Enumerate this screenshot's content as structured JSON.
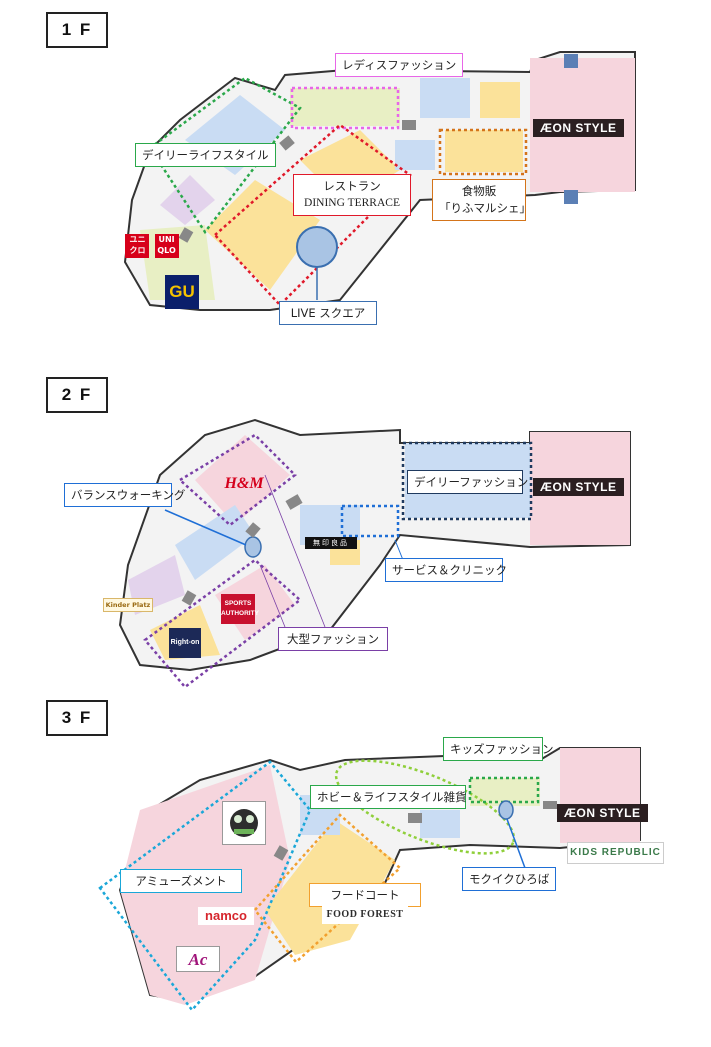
{
  "floors": [
    {
      "label": "1 F",
      "aeon": "ÆON STYLE",
      "callouts": {
        "ladies": "レディスファッション",
        "daily_life": "デイリーライフスタイル",
        "restaurant_1": "レストラン",
        "restaurant_2": "DINING TERRACE",
        "food_1": "食物販",
        "food_2": "「りふマルシェ」",
        "live": "LIVE スクエア"
      },
      "logos": {
        "uniqlo_jp": "ユニ クロ",
        "uniqlo_en": "UNI QLO",
        "gu": "GU"
      }
    },
    {
      "label": "2 F",
      "aeon": "ÆON STYLE",
      "callouts": {
        "balance": "バランスウォーキング",
        "daily_fashion": "デイリーファッション",
        "service": "サービス＆クリニック",
        "large_fashion": "大型ファッション"
      },
      "logos": {
        "hm": "H&M",
        "sports": "SPORTS AUTHORITY",
        "righton": "Right-on",
        "kinder": "Kinder Platz",
        "muji": "無印良品"
      }
    },
    {
      "label": "3 F",
      "aeon": "ÆON STYLE",
      "callouts": {
        "kids_fashion": "キッズファッション",
        "hobby": "ホビー＆ライフスタイル雑貨",
        "amusement": "アミューズメント",
        "food_court": "フードコート",
        "mokuiku": "モクイクひろば"
      },
      "logos": {
        "namco": "namco",
        "foodforest": "FOOD FOREST",
        "kids_republic": "KIDS REPUBLIC",
        "ac": "Ac",
        "cinema": ""
      }
    }
  ],
  "colors": {
    "pink_store": "#f6d5dd",
    "blue_store": "#c9dcf3",
    "yellow_store": "#fbe29a",
    "green_store": "#e8efc4",
    "purple_store": "#e3d3ec",
    "gray_store": "#e6e6e6",
    "outline": "#333333",
    "green_dash": "#2aa84a",
    "magenta_dash": "#e866e8",
    "red_dash": "#e0192a",
    "orange_dash": "#d4741a",
    "purple_dash": "#7a3fa6",
    "navy_dash": "#1f3a5f",
    "blue_dash": "#1f6fd6",
    "cyan_dash": "#1aa7d8"
  }
}
